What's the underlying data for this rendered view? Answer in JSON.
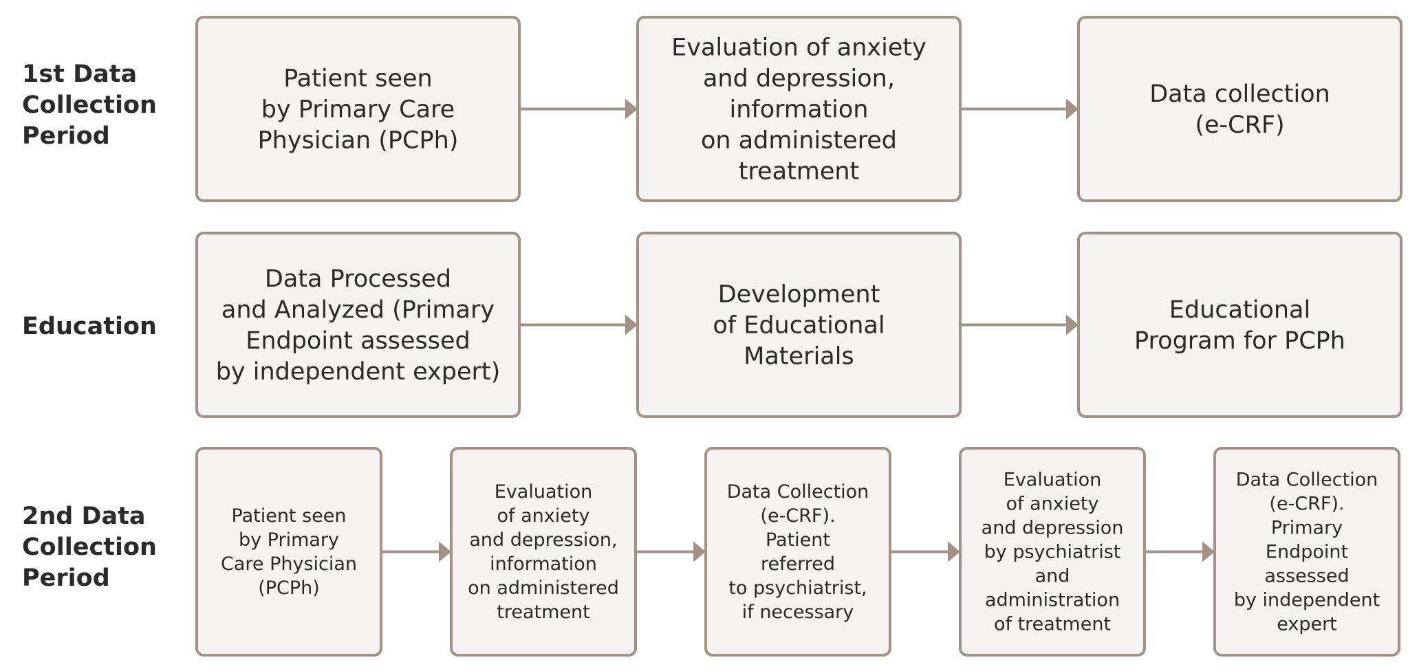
{
  "colors": {
    "box_fill": "#f4f3f1",
    "box_border": "#a39284",
    "arrow": "#a39284",
    "text": "#2a2a2a",
    "background": "#ffffff"
  },
  "rows": [
    {
      "id": "row-1",
      "label": [
        "1st Data",
        "Collection",
        "Period"
      ],
      "boxes": [
        {
          "id": "r1-b1",
          "lines": [
            "Patient seen",
            "by Primary Care",
            "Physician (PCPh)"
          ]
        },
        {
          "id": "r1-b2",
          "lines": [
            "Evaluation of anxiety",
            "and depression,",
            "information",
            "on administered",
            "treatment"
          ]
        },
        {
          "id": "r1-b3",
          "lines": [
            "Data collection",
            "(e-CRF)"
          ]
        }
      ]
    },
    {
      "id": "row-2",
      "label": [
        "Education"
      ],
      "boxes": [
        {
          "id": "r2-b1",
          "lines": [
            "Data Processed",
            "and Analyzed (Primary",
            "Endpoint assessed",
            "by independent expert)"
          ]
        },
        {
          "id": "r2-b2",
          "lines": [
            "Development",
            "of Educational",
            "Materials"
          ]
        },
        {
          "id": "r2-b3",
          "lines": [
            "Educational",
            "Program for PCPh"
          ]
        }
      ]
    },
    {
      "id": "row-3",
      "label": [
        "2nd Data",
        "Collection",
        "Period"
      ],
      "boxes": [
        {
          "id": "r3-b1",
          "lines": [
            "Patient seen",
            "by Primary",
            "Care Physician",
            "(PCPh)"
          ]
        },
        {
          "id": "r3-b2",
          "lines": [
            "Evaluation",
            "of anxiety",
            "and depression,",
            "information",
            "on administered",
            "treatment"
          ]
        },
        {
          "id": "r3-b3",
          "lines": [
            "Data Collection",
            "(e-CRF).",
            "Patient",
            "referred",
            "to psychiatrist,",
            "if necessary"
          ]
        },
        {
          "id": "r3-b4",
          "lines": [
            "Evaluation",
            "of anxiety",
            "and depression",
            "by psychiatrist",
            "and",
            "administration",
            "of treatment"
          ]
        },
        {
          "id": "r3-b5",
          "lines": [
            "Data Collection",
            "(e-CRF).",
            "Primary",
            "Endpoint",
            "assessed",
            "by independent",
            "expert"
          ]
        }
      ]
    }
  ]
}
